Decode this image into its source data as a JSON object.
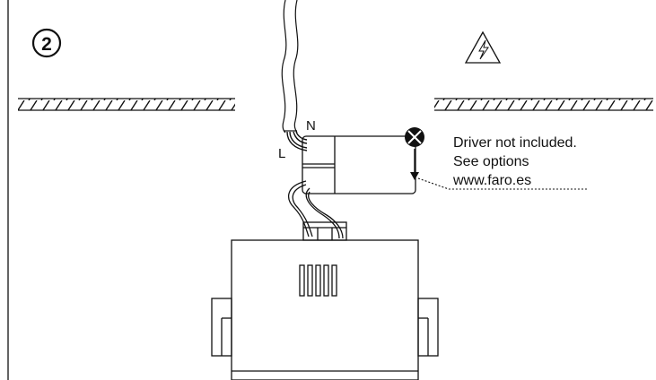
{
  "step_badge": {
    "number": "2"
  },
  "wire_labels": {
    "neutral": "N",
    "live": "L"
  },
  "note": {
    "line1": "Driver not included.",
    "line2": "See options",
    "line3": "www.faro.es"
  },
  "icons": {
    "warning": "electrical-hazard-icon",
    "driver_marker": "crossed-circle-icon"
  },
  "colors": {
    "stroke": "#111111",
    "background": "#ffffff"
  }
}
